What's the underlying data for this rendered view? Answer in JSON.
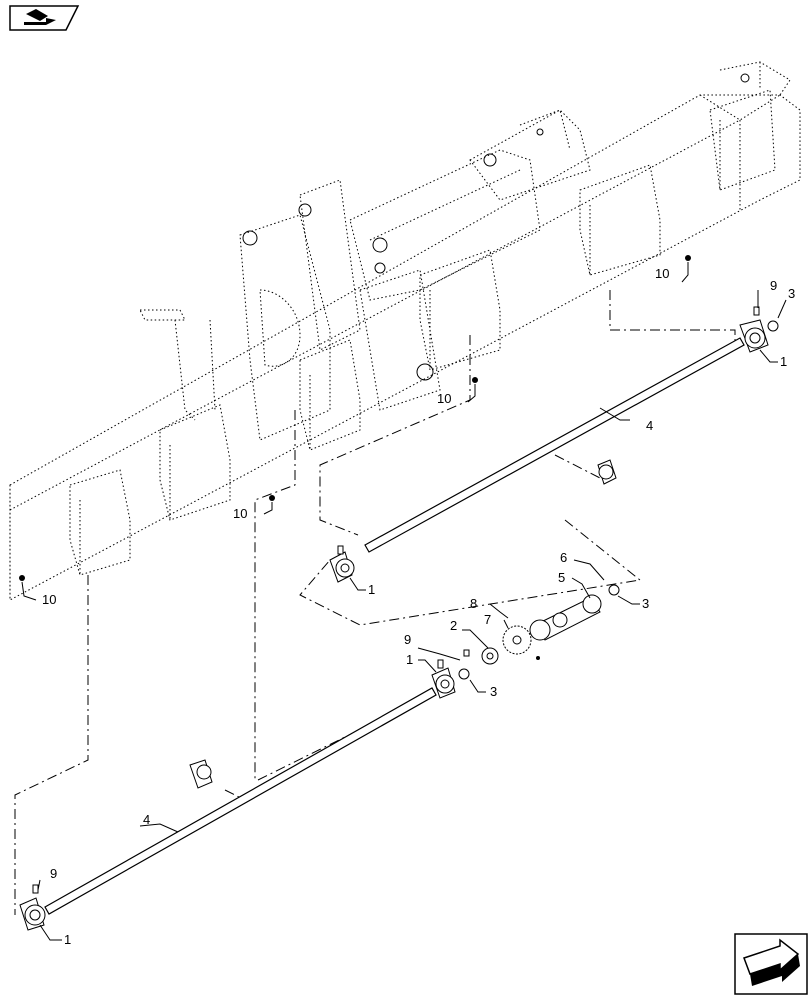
{
  "callouts": {
    "c1": "1",
    "c2": "1",
    "c3": "1",
    "c4": "1",
    "c5": "2",
    "c6": "3",
    "c7": "3",
    "c8": "3",
    "c9": "4",
    "c10": "4",
    "c11": "5",
    "c12": "6",
    "c13": "7",
    "c14": "8",
    "c15": "9",
    "c16": "9",
    "c17": "9",
    "c18": "10",
    "c19": "10",
    "c20": "10",
    "c21": "10"
  },
  "icons": {
    "top_left": "book-page-icon",
    "bottom_right": "next-page-arrow-icon"
  },
  "colors": {
    "line": "#000000",
    "background": "#ffffff"
  }
}
